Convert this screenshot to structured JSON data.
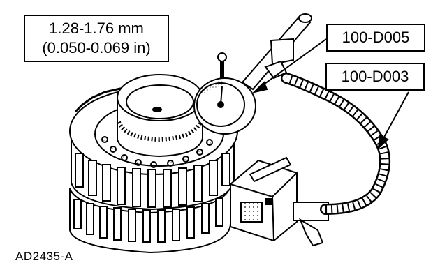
{
  "spec": {
    "metric": "1.28-1.76 mm",
    "imperial": "(0.050-0.069 in)"
  },
  "callouts": {
    "tool_1": "100-D005",
    "tool_2": "100-D003"
  },
  "figure_id": "AD2435-A"
}
